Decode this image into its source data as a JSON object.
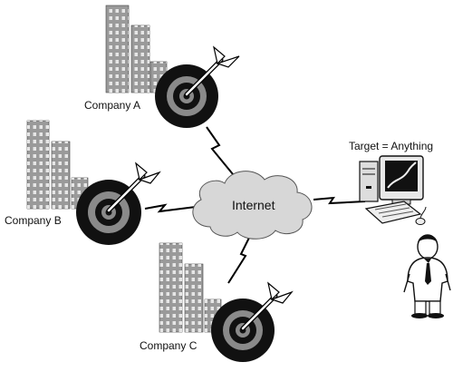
{
  "diagram": {
    "nodes": [
      {
        "id": "company-a",
        "label": "Company A"
      },
      {
        "id": "company-b",
        "label": "Company B"
      },
      {
        "id": "company-c",
        "label": "Company C"
      },
      {
        "id": "internet",
        "label": "Internet"
      },
      {
        "id": "target",
        "label": "Target = Anything"
      }
    ],
    "links": [
      {
        "from": "company-a",
        "to": "internet"
      },
      {
        "from": "company-b",
        "to": "internet"
      },
      {
        "from": "company-c",
        "to": "internet"
      },
      {
        "from": "internet",
        "to": "target"
      }
    ],
    "colors": {
      "building": "#9a9a9a",
      "window": "#e6e6e6",
      "target_outer": "#111111",
      "target_ring": "#8a8a8a",
      "cloud": "#d7d7d7",
      "line": "#000000"
    },
    "icons": [
      "office-buildings-icon",
      "dartboard-target-icon",
      "dart-icon",
      "cloud-icon",
      "computer-workstation-icon",
      "businessman-icon"
    ]
  }
}
